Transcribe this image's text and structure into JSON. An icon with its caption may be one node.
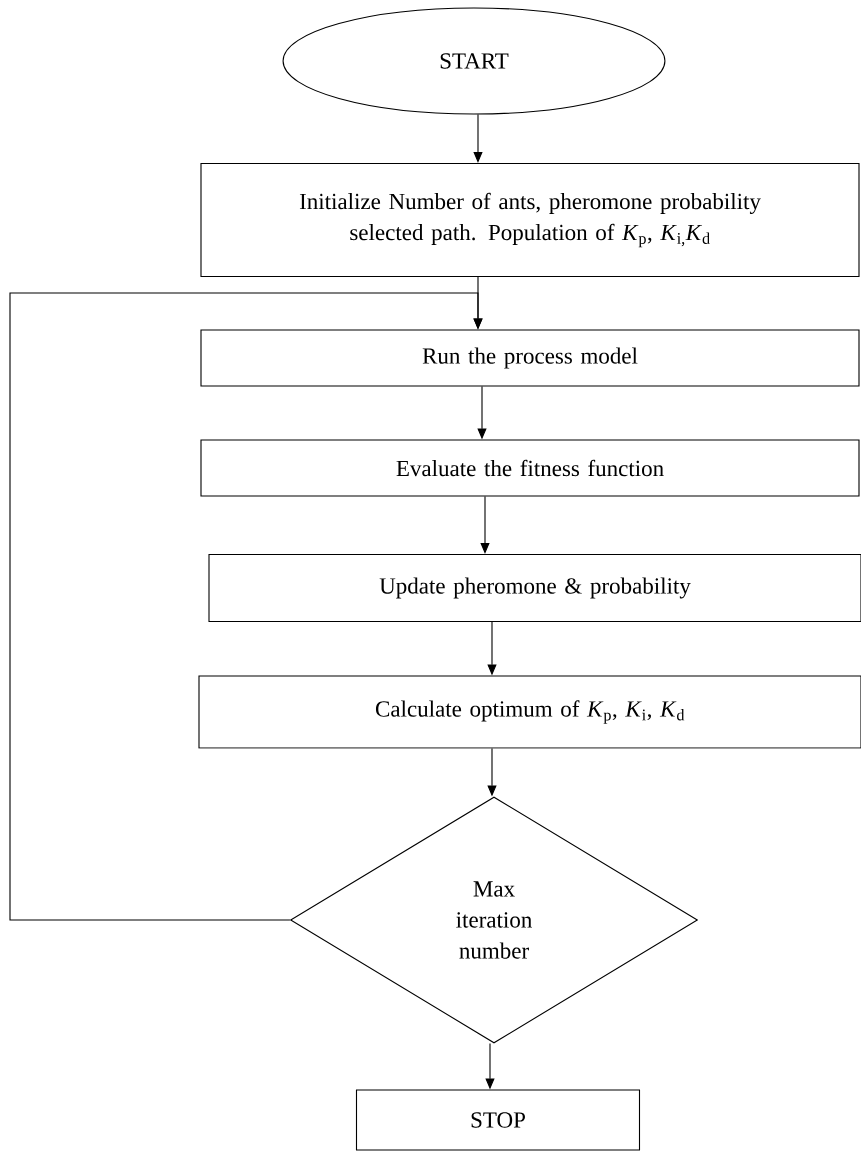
{
  "diagram": {
    "nodes": [
      {
        "text": [
          "START"
        ]
      },
      {
        "text": [
          "Initialize Number of ants, pheromone probability selected path. Population of *K*$_{p}$, *K*$_{i,}$*K*$_{d}$"
        ]
      },
      {
        "text": [
          "Run the process model"
        ]
      },
      {
        "text": [
          "Evaluate the fitness function"
        ]
      },
      {
        "text": [
          "Update pheromone & probability"
        ]
      },
      {
        "text": [
          "Calculate optimum of *K*$_{p}$, *K*$_{i}$, *K*$_{d}$"
        ]
      },
      {
        "text": [
          "Max iteration number"
        ]
      },
      {
        "text": [
          "STOP"
        ]
      }
    ],
    "edges": [
      {
        "from": 0,
        "to": 1,
        "arrow": "to"
      },
      {
        "from": 1,
        "to": 2,
        "arrow": "to"
      },
      {
        "from": 2,
        "to": 3,
        "arrow": "to"
      },
      {
        "from": 3,
        "to": 4,
        "arrow": "to"
      },
      {
        "from": 4,
        "to": 5,
        "arrow": "to"
      },
      {
        "from": 5,
        "to": 6,
        "arrow": "to"
      },
      {
        "from": 6,
        "to": 7,
        "arrow": "to"
      },
      {
        "from": 6,
        "to": 2,
        "arrow": "to"
      }
    ]
  }
}
